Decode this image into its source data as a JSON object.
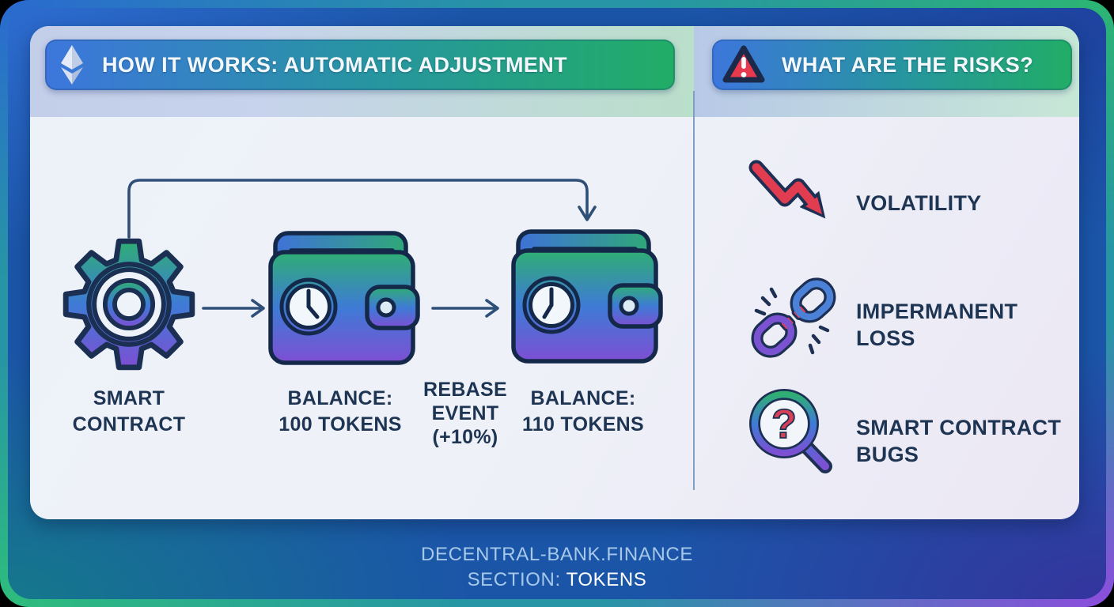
{
  "panels": {
    "left": {
      "header": {
        "icon": "ethereum-icon",
        "title": "HOW IT WORKS: AUTOMATIC ADJUSTMENT"
      }
    },
    "right": {
      "header": {
        "icon": "warning-icon",
        "title": "WHAT ARE THE RISKS?"
      }
    }
  },
  "flow": {
    "nodes": [
      {
        "icon": "gear-icon",
        "label": "SMART\nCONTRACT"
      },
      {
        "icon": "wallet-clock-icon",
        "label": "BALANCE:\n100 TOKENS"
      },
      {
        "icon": "wallet-clock-icon",
        "label": "BALANCE:\n110 TOKENS"
      }
    ],
    "event_label": "REBASE\nEVENT\n(+10%)",
    "connectors": [
      "arrow-right",
      "arrow-right",
      "loop-arrow-top"
    ]
  },
  "risks": [
    {
      "icon": "downtrend-arrow-icon",
      "label": "VOLATILITY"
    },
    {
      "icon": "broken-chain-icon",
      "label": "IMPERMANENT\nLOSS"
    },
    {
      "icon": "magnifier-question-icon",
      "label": "SMART CONTRACT\nBUGS"
    }
  ],
  "footer": {
    "site": "DECENTRAL-BANK.FINANCE",
    "section_label": "SECTION:",
    "section_value": "TOKENS"
  },
  "colors": {
    "pill_gradient_start": "#3d76dc",
    "pill_gradient_end": "#21ad66",
    "icon_green": "#2fae73",
    "icon_blue": "#3e7bd6",
    "icon_purple": "#7d4fd3",
    "outline_navy": "#1e3453",
    "risk_red": "#e23c50",
    "chain_blue": "#4b82d8",
    "chain_purple": "#7b53d2",
    "footer_text": "#a6c9ea",
    "frame_blue": "#2a6ad0",
    "frame_green": "#2cb573",
    "frame_purple": "#8d4ddd"
  }
}
